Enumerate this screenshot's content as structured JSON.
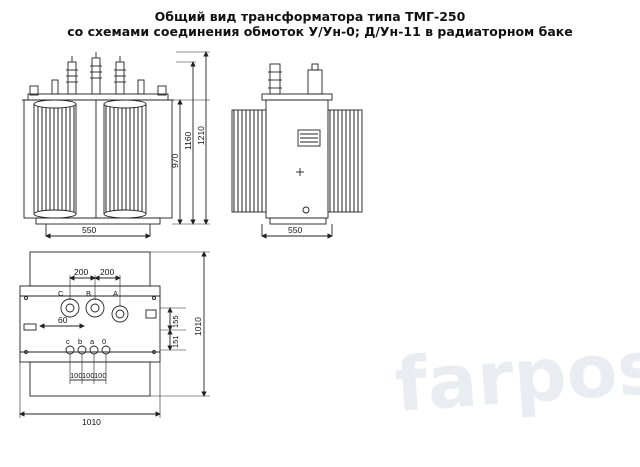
{
  "title": {
    "line1": "Общий вид трансформатора типа ТМГ-250",
    "line2": "со схемами соединения обмоток У/Ун-0; Д/Ун-11 в радиаторном баке"
  },
  "front_view": {
    "width_dim": "550",
    "height_dims": [
      "970",
      "1160",
      "1210"
    ]
  },
  "side_view": {
    "width_dim": "550"
  },
  "top_view": {
    "spacing_dims": [
      "200",
      "200"
    ],
    "hv_labels": [
      "C",
      "B",
      "A"
    ],
    "lv_labels": [
      "c",
      "b",
      "a",
      "0"
    ],
    "inner_dim": "60",
    "lv_spacing": [
      "100",
      "100",
      "100"
    ],
    "vert_dims": [
      "155",
      "151"
    ],
    "depth_dim": "1010",
    "width_dim": "1010"
  },
  "watermark": "farpost.ru",
  "colors": {
    "line": "#222222",
    "watermark": "#e9edf2"
  }
}
